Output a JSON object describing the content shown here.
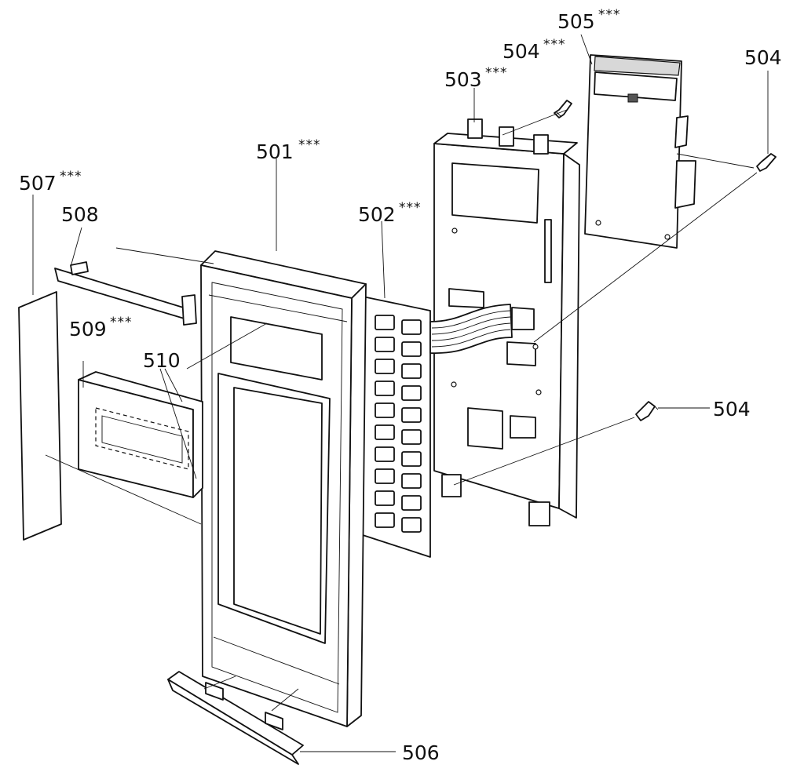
{
  "labels": {
    "l501": {
      "num": "501",
      "stars": "***"
    },
    "l502": {
      "num": "502",
      "stars": "***"
    },
    "l503": {
      "num": "503",
      "stars": "***"
    },
    "l504a": {
      "num": "504",
      "stars": "***"
    },
    "l504b": {
      "num": "504"
    },
    "l504c": {
      "num": "504"
    },
    "l505": {
      "num": "505",
      "stars": "***"
    },
    "l506": {
      "num": "506"
    },
    "l507": {
      "num": "507",
      "stars": "***"
    },
    "l508": {
      "num": "508"
    },
    "l509": {
      "num": "509",
      "stars": "***"
    },
    "l510": {
      "num": "510"
    }
  }
}
